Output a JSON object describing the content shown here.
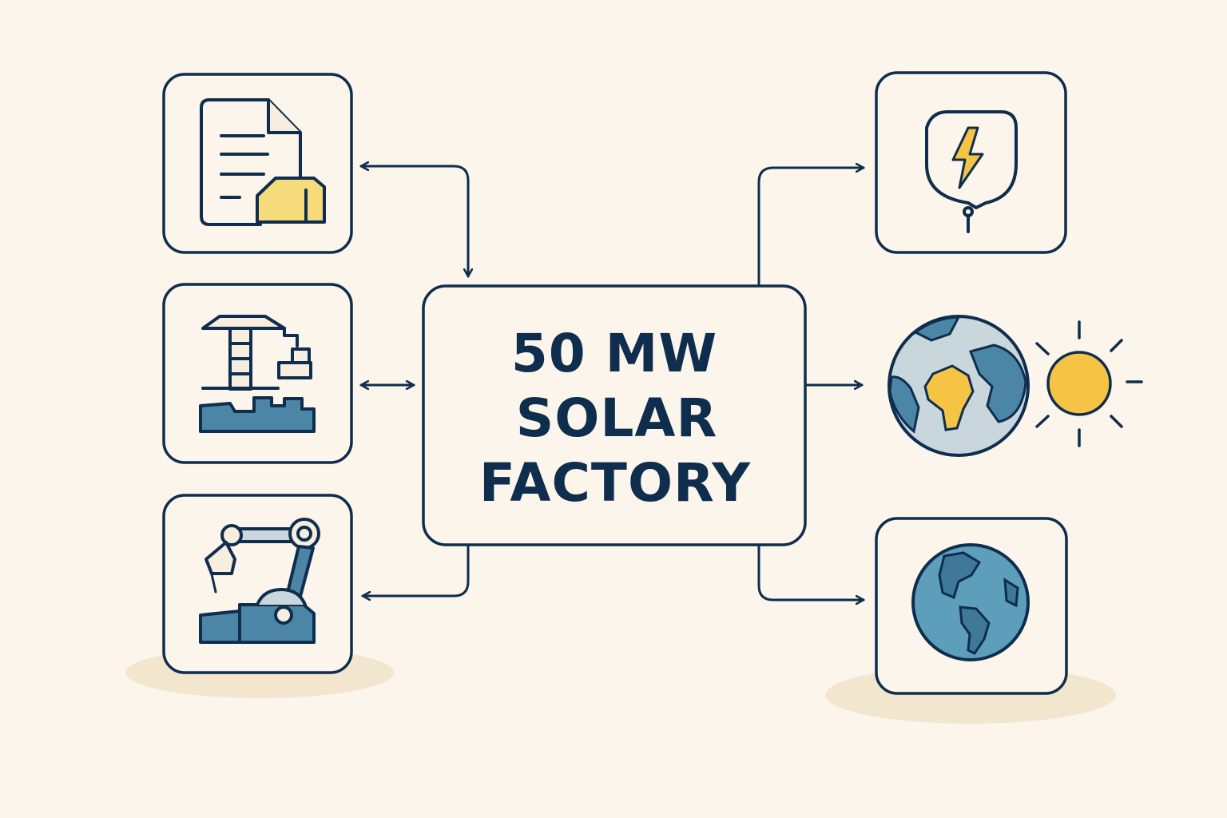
{
  "center": {
    "line1": "50 MW",
    "line2": "SOLAR",
    "line3": "FACTORY"
  },
  "nodes": {
    "left": [
      "document-with-house-icon",
      "port-crane-icon",
      "industrial-robot-arm-icon"
    ],
    "right": [
      "lightning-bulb-icon",
      "globe-africa-with-sun-icon",
      "globe-americas-icon"
    ]
  },
  "colors": {
    "background": "#fbf5ec",
    "stroke": "#0f2d4d",
    "accent_yellow": "#f5c444",
    "pale_yellow": "#f5db7a",
    "blue": "#4c86a6",
    "light_blue": "#c9d6dc",
    "shadow": "#f3e6cf"
  }
}
